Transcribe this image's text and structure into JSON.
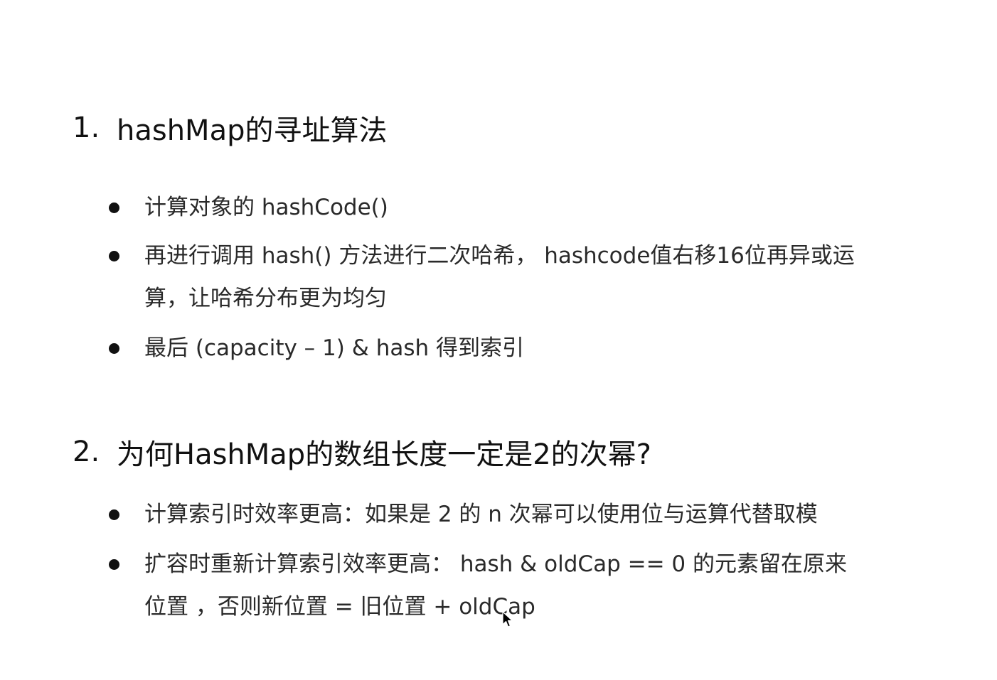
{
  "sections": [
    {
      "number": "1.",
      "title": "hashMap的寻址算法",
      "bullets": [
        {
          "lines": [
            "计算对象的 hashCode()"
          ]
        },
        {
          "lines": [
            "再进行调用 hash() 方法进行二次哈希， hashcode值右移16位再异或运",
            "算，让哈希分布更为均匀"
          ]
        },
        {
          "lines": [
            "最后 (capacity – 1) & hash 得到索引"
          ]
        }
      ]
    },
    {
      "number": "2.",
      "title": "为何HashMap的数组长度一定是2的次幂?",
      "bullets": [
        {
          "lines": [
            "计算索引时效率更高：如果是 2 的 n 次幂可以使用位与运算代替取模"
          ]
        },
        {
          "lines": [
            "扩容时重新计算索引效率更高： hash & oldCap == 0 的元素留在原来",
            "位置 ，否则新位置 = 旧位置 + oldCap"
          ]
        }
      ]
    }
  ],
  "icons": {
    "cursor": "mouse-pointer-icon"
  }
}
